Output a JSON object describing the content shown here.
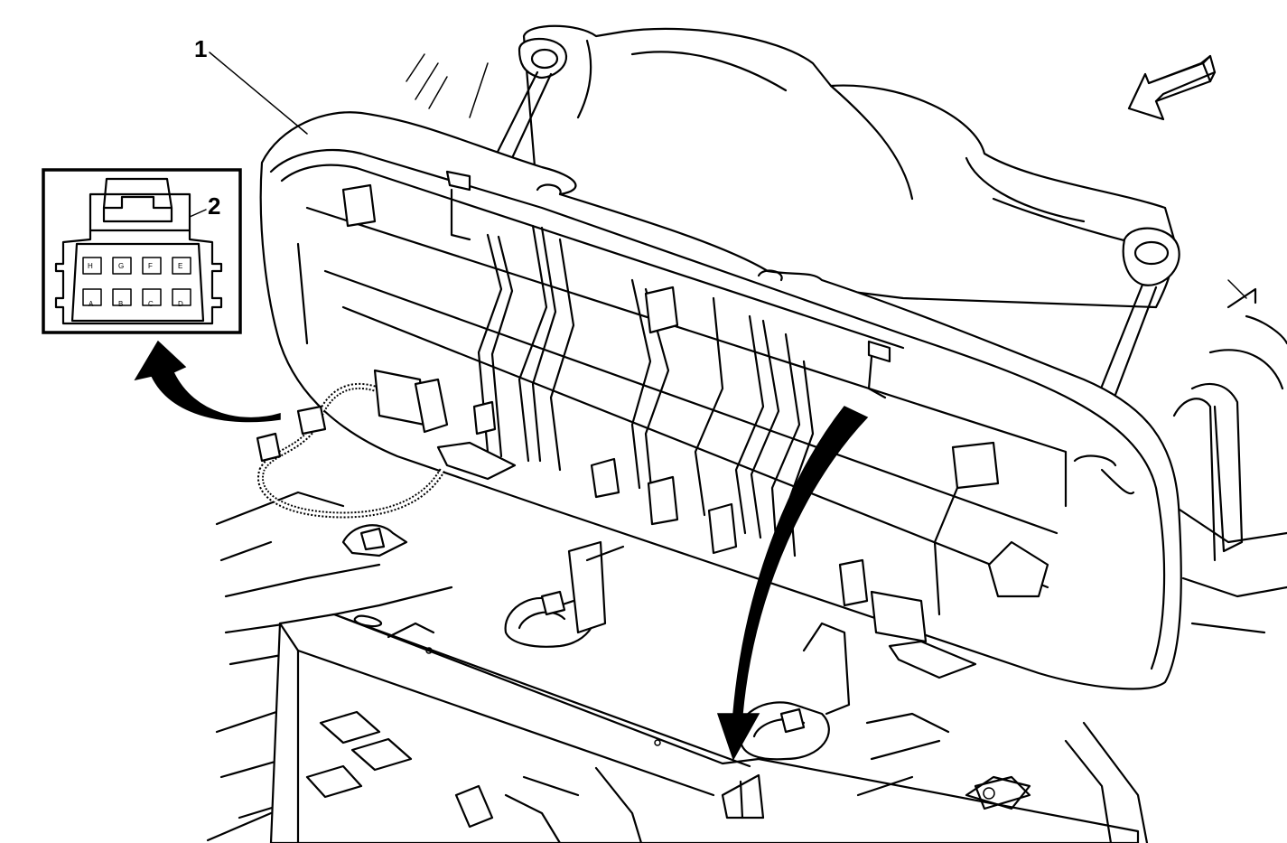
{
  "callouts": [
    {
      "id": "1",
      "label": "1"
    },
    {
      "id": "2",
      "label": "2"
    }
  ],
  "connector": {
    "pins_top": [
      "H",
      "G",
      "F",
      "E"
    ],
    "pins_bottom": [
      "A",
      "B",
      "C",
      "D"
    ]
  },
  "icons": {
    "view_direction": "view-direction-arrow",
    "connector_detail": "curved-arrow-to-inset",
    "removal_direction": "curved-arrow-down"
  }
}
